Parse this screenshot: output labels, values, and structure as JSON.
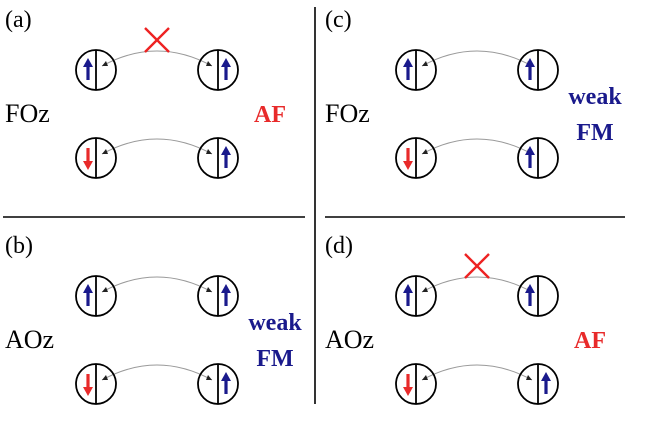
{
  "colors": {
    "line": "#000000",
    "spin_up": "#1a1a8c",
    "spin_down": "#e82a2a",
    "label_af": "#e82a2a",
    "label_fm": "#1a1a8c",
    "hop": "#999999",
    "cross": "#ee2222"
  },
  "panels": [
    {
      "id": "a",
      "label": "(a)",
      "order": "FOz",
      "result": [
        "AF"
      ],
      "result_color": "af",
      "top_blocked": true,
      "pairs": [
        {
          "left": {
            "spin": "up",
            "side": "left"
          },
          "right": {
            "spin": "up",
            "side": "right"
          }
        },
        {
          "left": {
            "spin": "down",
            "side": "left"
          },
          "right": {
            "spin": "up",
            "side": "right"
          }
        }
      ]
    },
    {
      "id": "c",
      "label": "(c)",
      "order": "FOz",
      "result": [
        "weak",
        "FM"
      ],
      "result_color": "fm",
      "top_blocked": false,
      "pairs": [
        {
          "left": {
            "spin": "up",
            "side": "left"
          },
          "right": {
            "spin": "up",
            "side": "left"
          }
        },
        {
          "left": {
            "spin": "down",
            "side": "left"
          },
          "right": {
            "spin": "up",
            "side": "left"
          }
        }
      ]
    },
    {
      "id": "b",
      "label": "(b)",
      "order": "AOz",
      "result": [
        "weak",
        "FM"
      ],
      "result_color": "fm",
      "top_blocked": false,
      "pairs": [
        {
          "left": {
            "spin": "up",
            "side": "left"
          },
          "right": {
            "spin": "up",
            "side": "right"
          }
        },
        {
          "left": {
            "spin": "down",
            "side": "left"
          },
          "right": {
            "spin": "up",
            "side": "right"
          }
        }
      ]
    },
    {
      "id": "d",
      "label": "(d)",
      "order": "AOz",
      "result": [
        "AF"
      ],
      "result_color": "af",
      "top_blocked": true,
      "pairs": [
        {
          "left": {
            "spin": "up",
            "side": "left"
          },
          "right": {
            "spin": "up",
            "side": "left"
          }
        },
        {
          "left": {
            "spin": "down",
            "side": "left"
          },
          "right": {
            "spin": "up",
            "side": "right"
          }
        }
      ]
    }
  ]
}
